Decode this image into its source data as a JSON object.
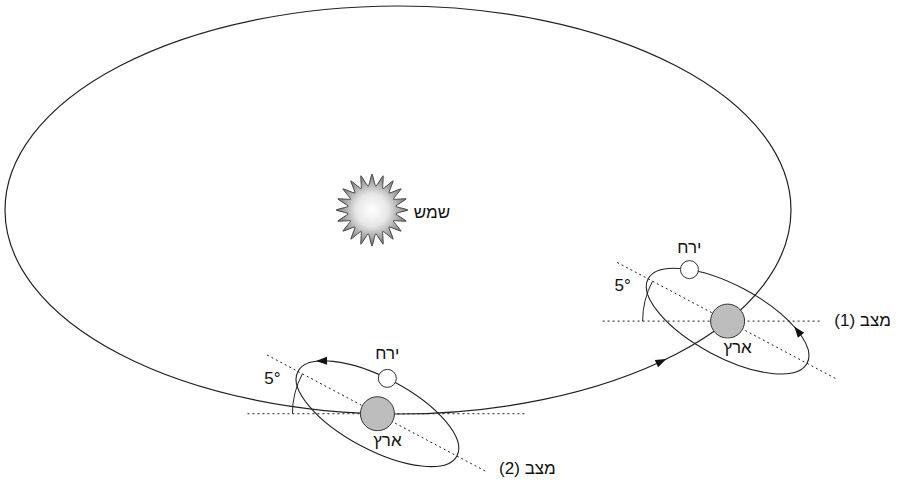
{
  "diagram": {
    "labels": [
      "שמש",
      "ירח",
      "5°",
      "מצב (1)",
      "ארץ",
      "ירח",
      "5°",
      "ארץ",
      "מצב (2)"
    ]
  }
}
